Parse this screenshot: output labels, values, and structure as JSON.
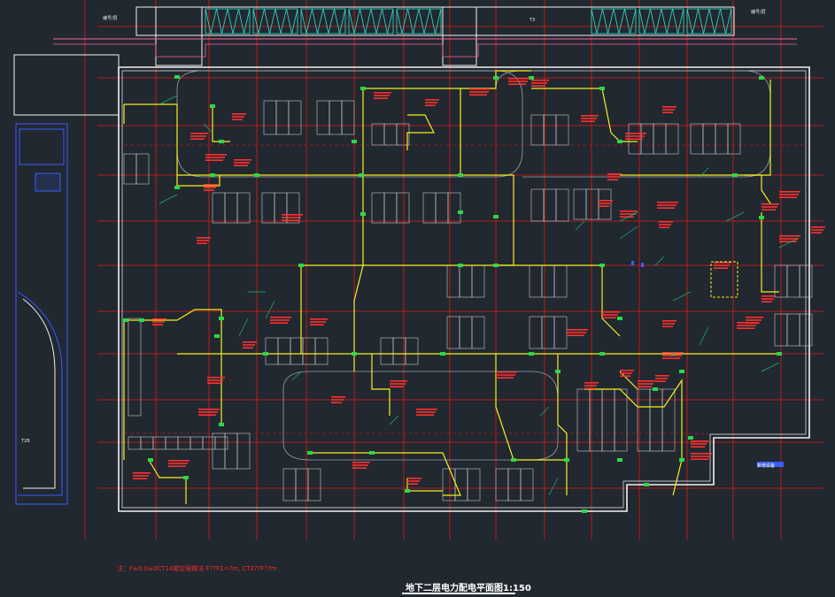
{
  "drawing": {
    "title": "地下二层电力配电平面图1:150",
    "note": "注：F±0.0±0CT14架空层做法 F??F1=?m, CT2??F??m",
    "labels": {
      "top_left_tag": "编号/层",
      "top_right_tag": "编号/层",
      "top_mid_tag": "T3",
      "left_tag": "T2B",
      "blue_tag": "新增设备"
    }
  },
  "colors": {
    "background": "#212830",
    "grid": "#e41a1a",
    "walls": "#f2f2f2",
    "cable_tray": "#f5f01e",
    "equipment": "#2bd84a",
    "annotation": "#ff3030",
    "accent_cyan": "#30e0c8",
    "accent_blue": "#3a5cff"
  }
}
